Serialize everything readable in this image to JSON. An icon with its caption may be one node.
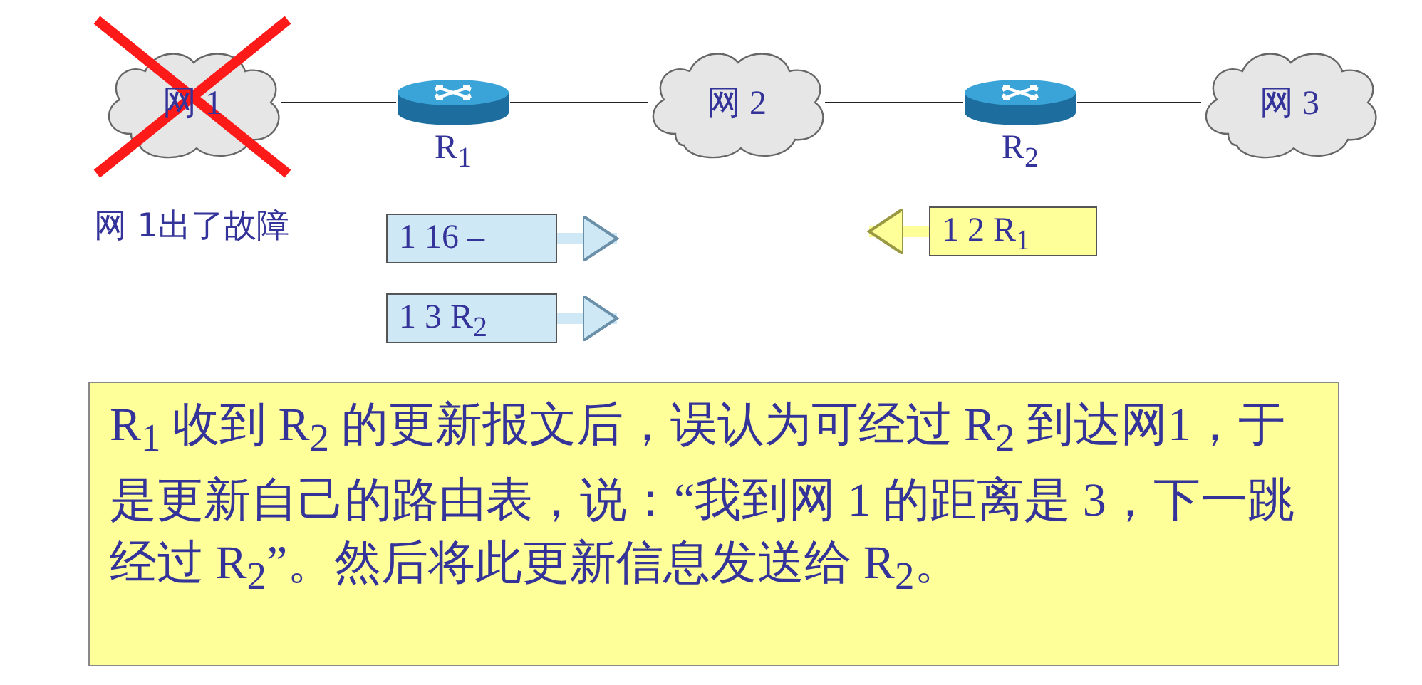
{
  "diagram": {
    "nodes": [
      {
        "text": [
          "网 1"
        ]
      },
      {
        "text": [
          "R$_{1}$"
        ]
      },
      {
        "text": [
          "网 2"
        ]
      },
      {
        "text": [
          "R$_{2}$"
        ]
      },
      {
        "text": [
          "网 3"
        ]
      },
      {
        "text": [
          "1  16  –"
        ]
      },
      {
        "text": [
          "1  3  R$_{2}$"
        ]
      },
      {
        "text": [
          "1  2  R$_{1}$"
        ]
      },
      {
        "text": [
          "R$_{1}$ 收到 R$_{2}$ 的更新报文后，误认为可经过 R$_{2}$ 到达网1，于是更新自己的路由表，说：“我到网 1 的距离是 3，下一跳经过 R$_{2}$”。然后将此更新信息发送给 R$_{2}$。"
        ]
      }
    ],
    "edges": [
      {
        "from": 0,
        "to": 1,
        "arrow": "none"
      },
      {
        "from": 1,
        "to": 2,
        "arrow": "none"
      },
      {
        "from": 2,
        "to": 3,
        "arrow": "none"
      },
      {
        "from": 3,
        "to": 4,
        "arrow": "none"
      },
      {
        "from": 5,
        "to": null,
        "arrow": "to",
        "style": "thick",
        "color": "#cfe8f5"
      },
      {
        "from": 6,
        "to": null,
        "arrow": "to",
        "style": "thick",
        "color": "#cfe8f5"
      },
      {
        "from": 7,
        "to": null,
        "arrow": "to",
        "style": "thick",
        "color": "#ffff99"
      }
    ],
    "labels": [
      "网 1出了故障"
    ]
  }
}
